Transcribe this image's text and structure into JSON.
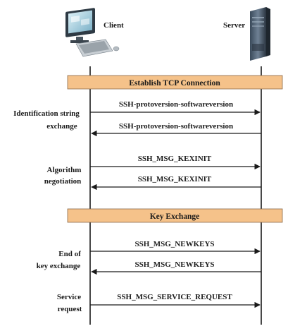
{
  "participants": {
    "client": "Client",
    "server": "Server"
  },
  "bars": {
    "tcp": "Establish TCP Connection",
    "kex": "Key Exchange"
  },
  "messages": {
    "m1": "SSH-protoversion-softwareversion",
    "m2": "SSH-protoversion-softwareversion",
    "m3": "SSH_MSG_KEXINIT",
    "m4": "SSH_MSG_KEXINIT",
    "m5": "SSH_MSG_NEWKEYS",
    "m6": "SSH_MSG_NEWKEYS",
    "m7": "SSH_MSG_SERVICE_REQUEST"
  },
  "phases": {
    "ident": [
      "Identification string",
      "exchange"
    ],
    "algo": [
      "Algorithm",
      "negotiation"
    ],
    "end": [
      "End of",
      "key exchange"
    ],
    "service": [
      "Service",
      "request"
    ]
  },
  "colors": {
    "bar_fill": "#f5c28a",
    "bar_stroke": "#8a6a4a",
    "line": "#1a1a1a"
  }
}
